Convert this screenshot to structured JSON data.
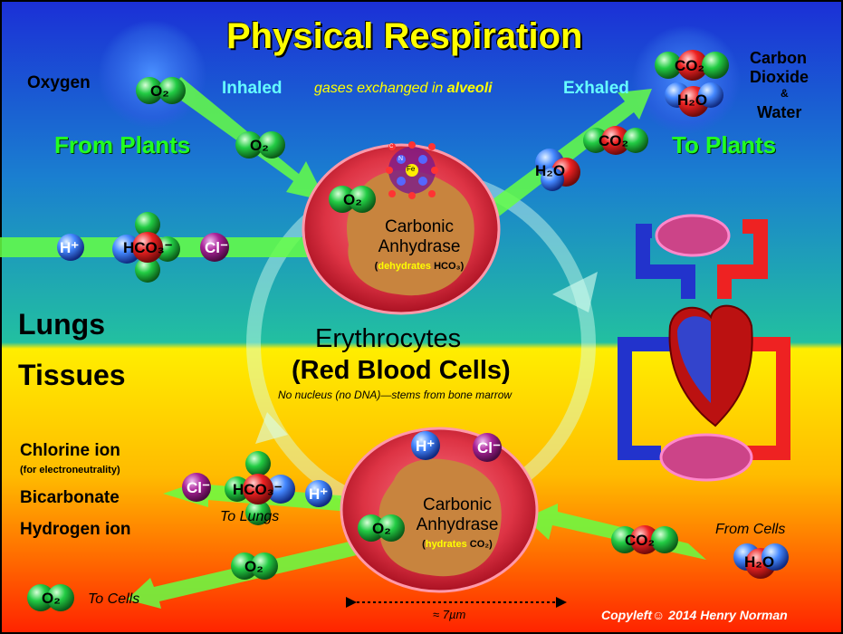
{
  "title": "Physical Respiration",
  "header": {
    "oxygen": "Oxygen",
    "inhaled": "Inhaled",
    "gases_text": "gases exchanged in",
    "alveoli": "alveoli",
    "exhaled": "Exhaled",
    "co2_label_l1": "Carbon",
    "co2_label_l2": "Dioxide",
    "co2_label_amp": "&",
    "co2_label_l3": "Water",
    "from_plants": "From Plants",
    "to_plants": "To Plants"
  },
  "regions": {
    "lungs": "Lungs",
    "tissues": "Tissues"
  },
  "center": {
    "title_l1": "Erythrocytes",
    "title_l2": "(Red Blood Cells)",
    "note": "No nucleus (no DNA)—stems from bone marrow"
  },
  "upper_cell": {
    "enzyme_l1": "Carbonic",
    "enzyme_l2": "Anhydrase",
    "action_open": "(",
    "action_verb": "dehydrates",
    "action_obj": "HCO₃)"
  },
  "lower_cell": {
    "enzyme_l1": "Carbonic",
    "enzyme_l2": "Anhydrase",
    "action_open": "(",
    "action_verb": "hydrates",
    "action_obj": "CO₂)"
  },
  "heme": {
    "iron": "Fe",
    "nitrogen": "N",
    "carbon": "C"
  },
  "molecules": {
    "o2": "O₂",
    "co2": "CO₂",
    "h2o": "H₂O",
    "hplus": "H⁺",
    "hco3": "HCO₃⁻",
    "clminus": "Cl⁻"
  },
  "left_labels": {
    "chlorine": "Chlorine ion",
    "chlorine_note": "(for electroneutrality)",
    "bicarbonate": "Bicarbonate",
    "hydrogen": "Hydrogen ion"
  },
  "flow_labels": {
    "to_lungs": "To Lungs",
    "to_cells": "To Cells",
    "from_cells": "From Cells"
  },
  "scale": "≈ 7µm",
  "credit": "Copyleft☺ 2014 Henry Norman",
  "colors": {
    "oxygen": "#22cc44",
    "carbon": "#ee2222",
    "hydrogen": "#4488ff",
    "chlorine": "#aa2299",
    "cell": "#dd3344",
    "arrow": "#66ff44"
  }
}
